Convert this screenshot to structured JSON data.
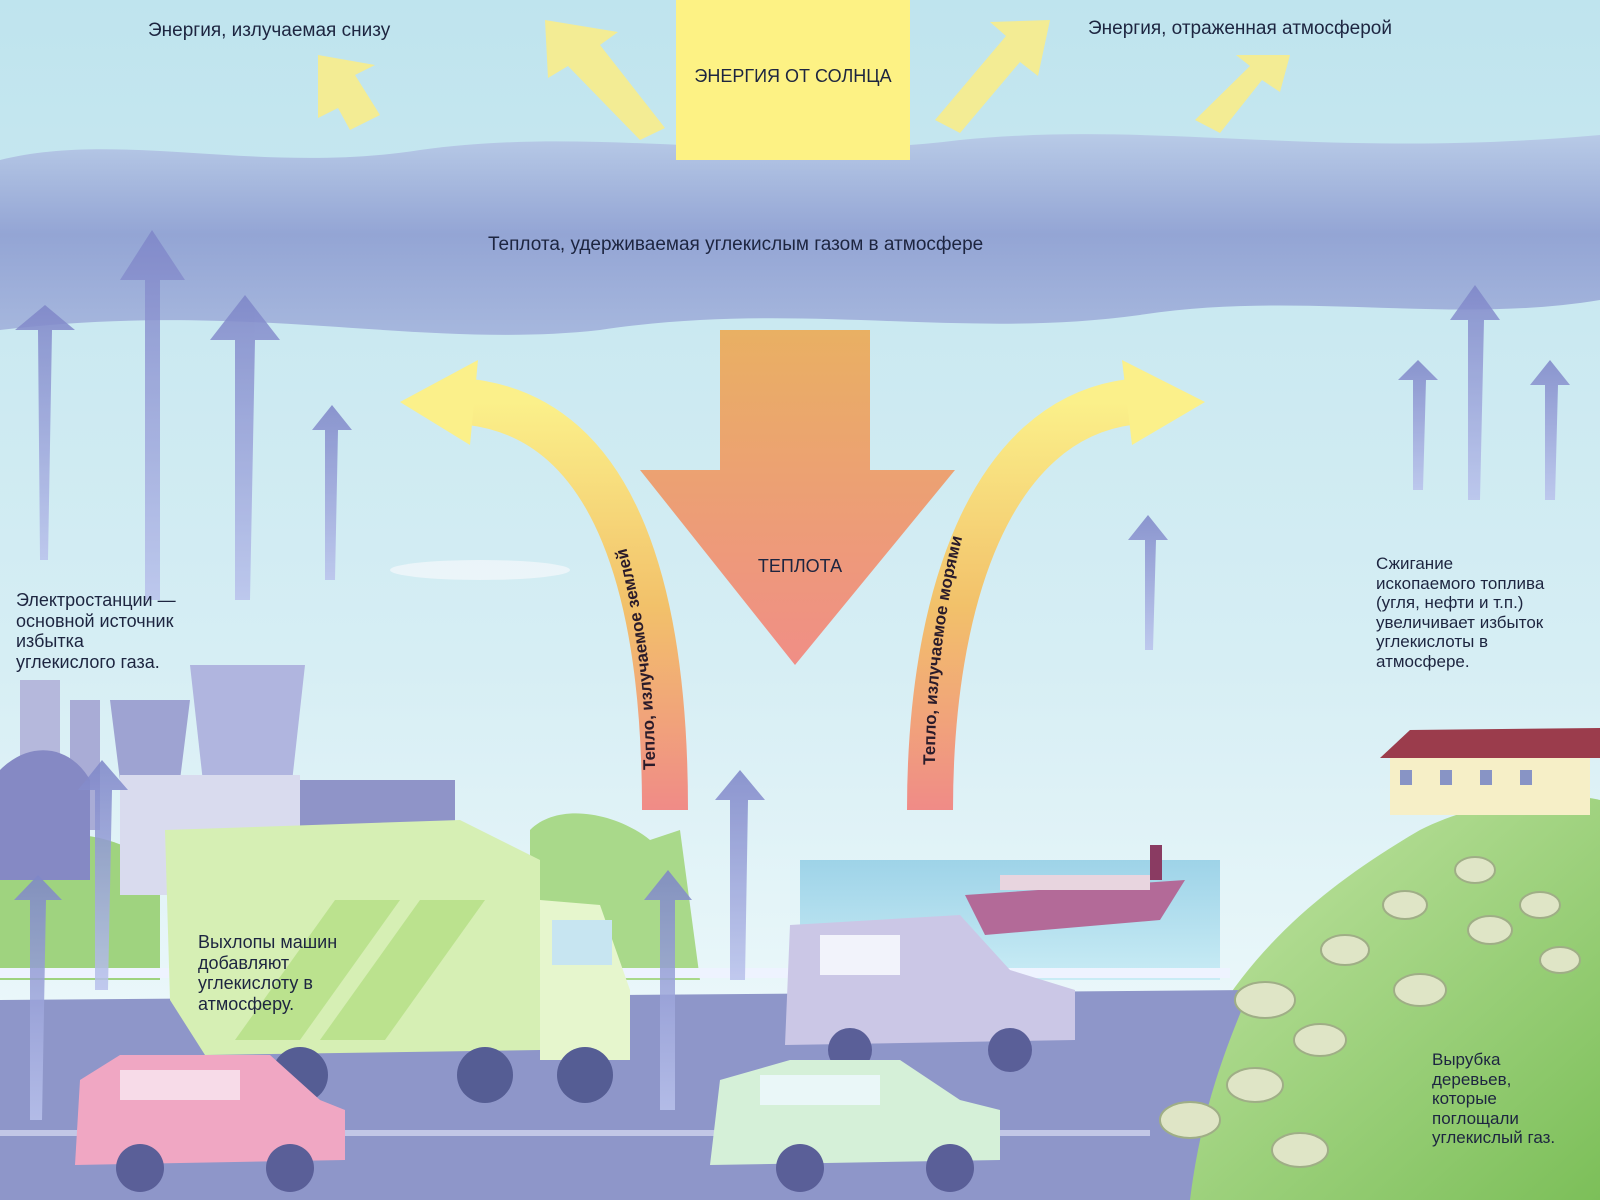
{
  "labels": {
    "emitted_below": "Энергия, излучаемая снизу",
    "reflected_atmosphere": "Энергия, отраженная атмосферой",
    "sun_energy": "ЭНЕРГИЯ ОТ СОЛНЦА",
    "heat_trapped": "Теплота, удерживаемая углекислым газом в атмосфере",
    "heat": "ТЕПЛОТА",
    "heat_from_earth": "Тепло, излучаемое землей",
    "heat_from_seas": "Тепло, излучаемое морями",
    "power_plants": "Электростанции —\nосновной источник\nизбытка\nуглекислого газа.",
    "fossil_fuels": "Сжигание\nископаемого топлива\n(угля, нефти и т.п.)\nувеличивает избыток\nуглекислоты в\nатмосфере.",
    "car_exhaust": "Выхлопы машин\nдобавляют\nуглекислоту в\nатмосферу.",
    "deforestation": "Вырубка\nдеревьев,\nкоторые\nпоглощали\nуглекислый газ."
  },
  "colors": {
    "sky_top": "#bfe4ee",
    "sky_bottom": "#f2fbfd",
    "atmosphere_band": "#8f9fd2",
    "sun_yellow": "#fdf284",
    "heat_arrow_top": "#e6a15c",
    "heat_arrow_bottom": "#f08b87",
    "co2_arrow": "#8b8fd0",
    "grass": "#8cc866",
    "road": "#8e96c9"
  }
}
